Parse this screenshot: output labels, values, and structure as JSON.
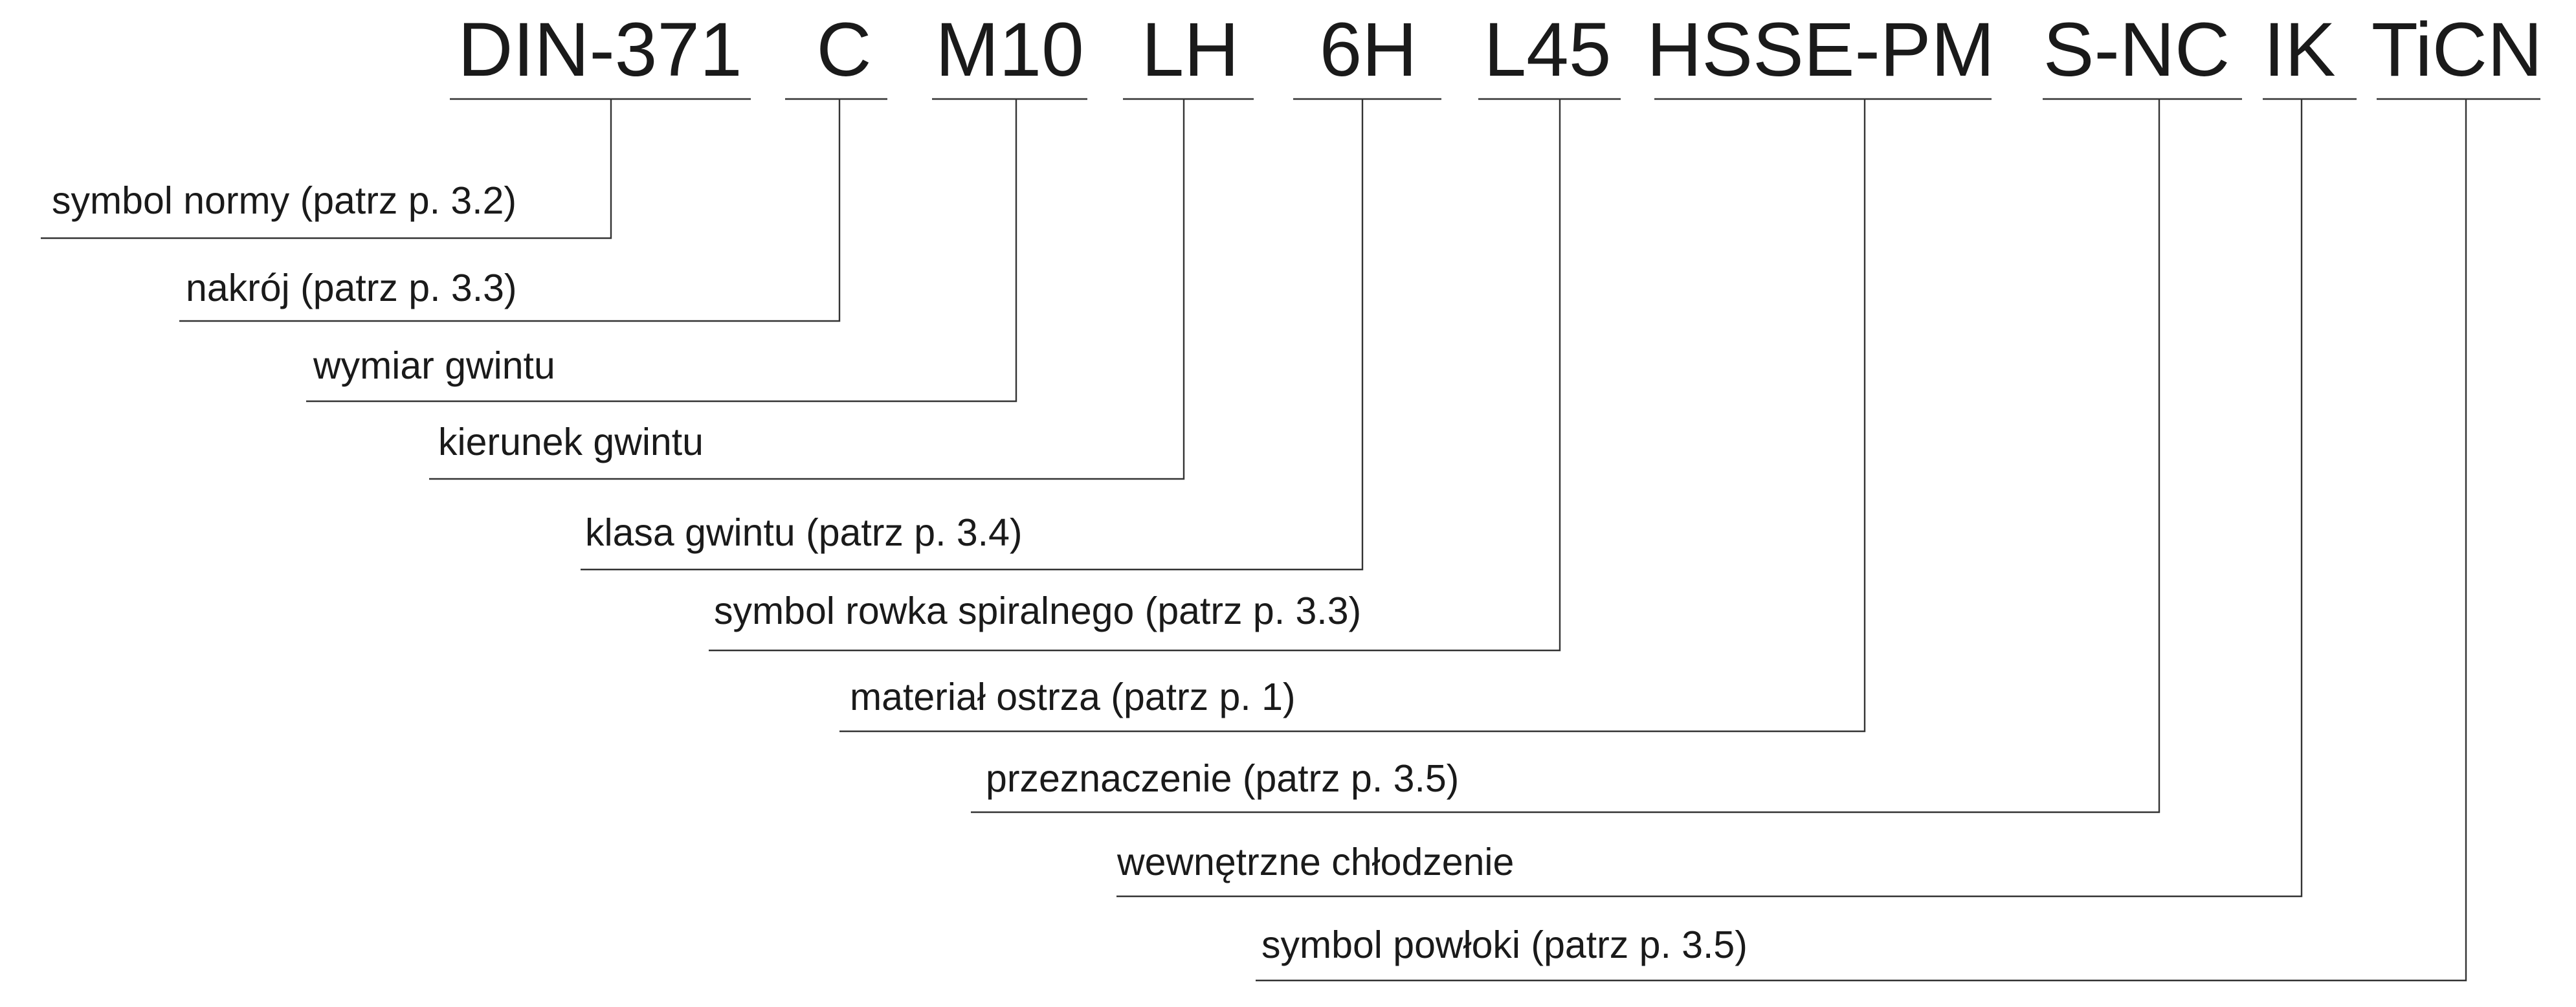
{
  "designation": {
    "parts": [
      {
        "code": "DIN-371",
        "description": "symbol normy (patrz p. 3.2)"
      },
      {
        "code": "C",
        "description": "nakrój (patrz p. 3.3)"
      },
      {
        "code": "M10",
        "description": "wymiar gwintu"
      },
      {
        "code": "LH",
        "description": "kierunek gwintu"
      },
      {
        "code": "6H",
        "description": "klasa gwintu (patrz p. 3.4)"
      },
      {
        "code": "L45",
        "description": "symbol rowka spiralnego (patrz p. 3.3)"
      },
      {
        "code": "HSSE-PM",
        "description": "materiał ostrza (patrz p. 1)"
      },
      {
        "code": "S-NC",
        "description": "przeznaczenie (patrz p. 3.5)"
      },
      {
        "code": "IK",
        "description": "wewnętrzne chłodzenie"
      },
      {
        "code": "TiCN",
        "description": "symbol powłoki (patrz p. 3.5)"
      }
    ]
  },
  "colors": {
    "text": "#1a1a1a",
    "lines": "#333333",
    "background": "#ffffff"
  }
}
